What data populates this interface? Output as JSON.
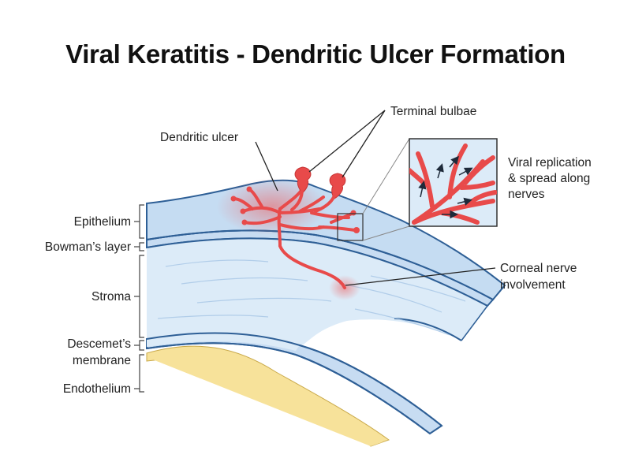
{
  "title": "Viral Keratitis - Dendritic Ulcer Formation",
  "layers": {
    "epithelium": "Epithelium",
    "bowmans": "Bowman’s layer",
    "stroma": "Stroma",
    "descemets_1": "Descemet’s",
    "descemets_2": "membrane",
    "endothelium": "Endothelium"
  },
  "annotations": {
    "dendritic_ulcer": "Dendritic ulcer",
    "terminal_bulbae": "Terminal bulbae",
    "viral_1": "Viral replication",
    "viral_2": "& spread along",
    "viral_3": "nerves",
    "nerve_1": "Corneal nerve",
    "nerve_2": "involvement"
  },
  "colors": {
    "epithelium": "#c5dcf2",
    "stroma": "#dcebf8",
    "membrane_line": "#2e5f96",
    "endothelium": "#f7e29a",
    "ulcer": "#e84a4a",
    "ulcer_glow": "#f28080"
  }
}
